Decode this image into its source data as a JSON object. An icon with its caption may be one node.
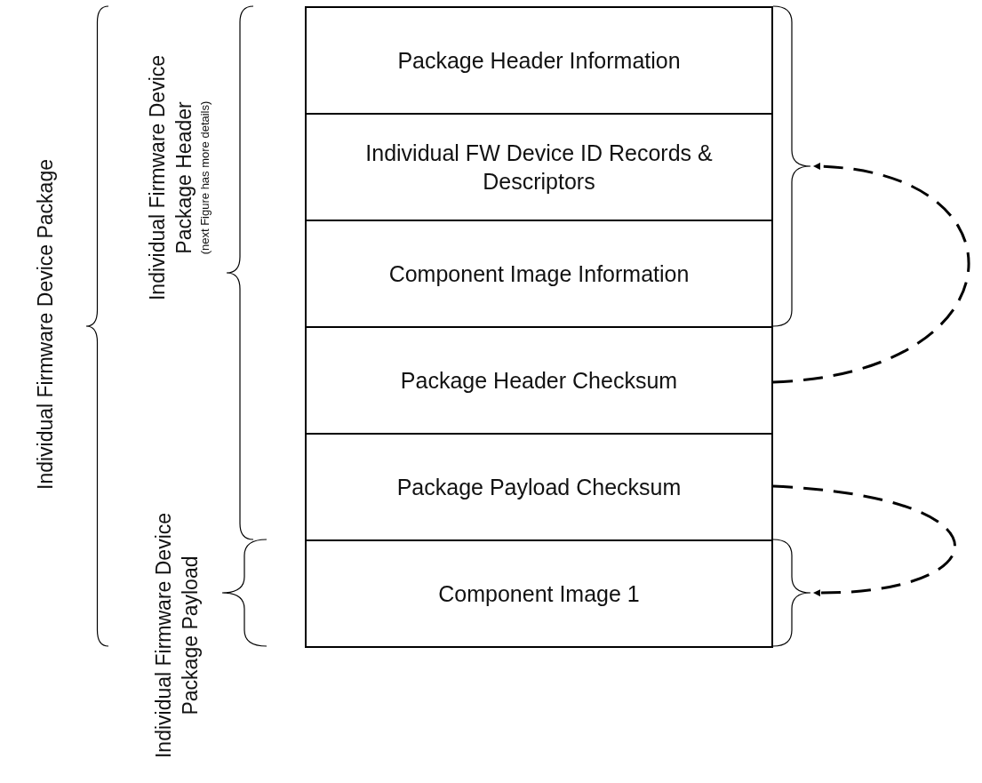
{
  "diagram": {
    "nodes": [
      {
        "text": [
          "Package Header Information"
        ]
      },
      {
        "text": [
          "Individual FW Device ID Records & Descriptors"
        ]
      },
      {
        "text": [
          "Component Image Information"
        ]
      },
      {
        "text": [
          "Package Header Checksum"
        ]
      },
      {
        "text": [
          "Package Payload Checksum"
        ]
      },
      {
        "text": [
          "Component Image 1"
        ]
      },
      {
        "text": [],
        "shape": "bracket"
      },
      {
        "text": [],
        "shape": "bracket"
      }
    ],
    "edges": [
      {
        "from": 3,
        "to": 6,
        "arrow": "to",
        "style": "dashed"
      },
      {
        "from": 4,
        "to": 7,
        "arrow": "to",
        "style": "dashed"
      }
    ],
    "labels": [
      "Individual Firmware Device Package",
      "Individual Firmware Device Package Header",
      "(next Figure has more details)",
      "Individual Firmware Device Package Payload"
    ]
  }
}
